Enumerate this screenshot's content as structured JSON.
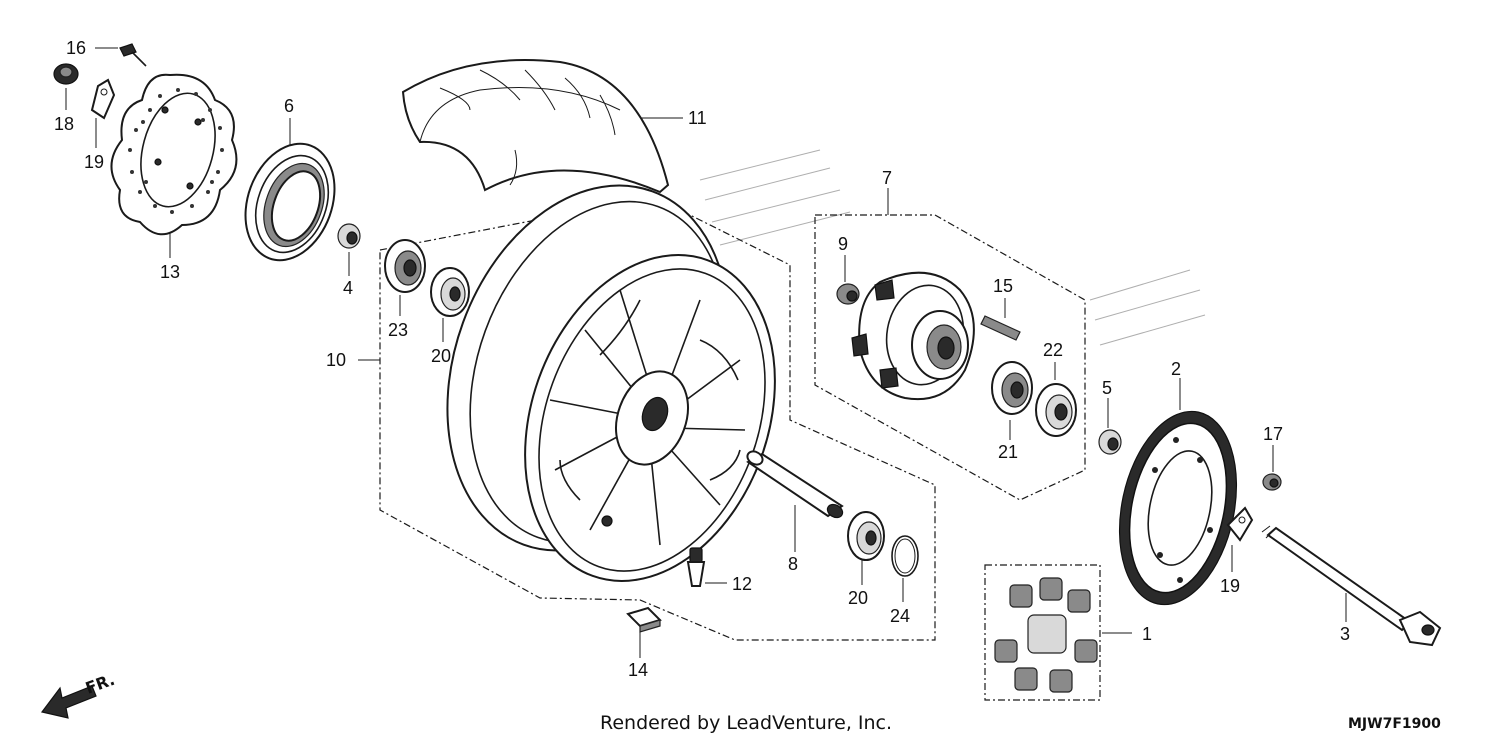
{
  "diagram": {
    "callouts": [
      {
        "id": "c1",
        "label": "1"
      },
      {
        "id": "c2",
        "label": "2"
      },
      {
        "id": "c3",
        "label": "3"
      },
      {
        "id": "c4",
        "label": "4"
      },
      {
        "id": "c5",
        "label": "5"
      },
      {
        "id": "c6",
        "label": "6"
      },
      {
        "id": "c7",
        "label": "7"
      },
      {
        "id": "c8",
        "label": "8"
      },
      {
        "id": "c9",
        "label": "9"
      },
      {
        "id": "c10",
        "label": "10"
      },
      {
        "id": "c11",
        "label": "11"
      },
      {
        "id": "c12",
        "label": "12"
      },
      {
        "id": "c13",
        "label": "13"
      },
      {
        "id": "c14",
        "label": "14"
      },
      {
        "id": "c15",
        "label": "15"
      },
      {
        "id": "c16",
        "label": "16"
      },
      {
        "id": "c17",
        "label": "17"
      },
      {
        "id": "c18",
        "label": "18"
      },
      {
        "id": "c19a",
        "label": "19"
      },
      {
        "id": "c19b",
        "label": "19"
      },
      {
        "id": "c20a",
        "label": "20"
      },
      {
        "id": "c20b",
        "label": "20"
      },
      {
        "id": "c21",
        "label": "21"
      },
      {
        "id": "c22",
        "label": "22"
      },
      {
        "id": "c23",
        "label": "23"
      },
      {
        "id": "c24",
        "label": "24"
      }
    ],
    "direction_label": "FR.",
    "credit": "Rendered by LeadVenture, Inc.",
    "code": "MJW7F1900"
  }
}
